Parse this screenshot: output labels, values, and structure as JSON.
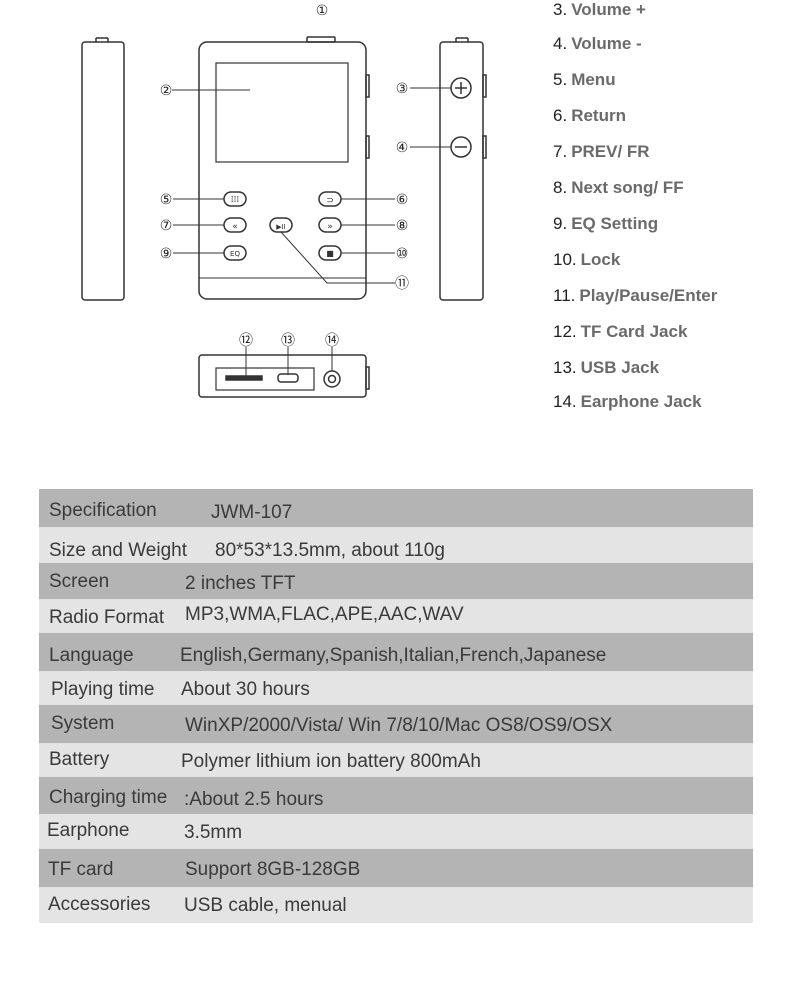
{
  "features": [
    {
      "num": "3.",
      "label": "Volume +"
    },
    {
      "num": "4.",
      "label": "Volume -"
    },
    {
      "num": "5.",
      "label": "Menu"
    },
    {
      "num": "6.",
      "label": "Return"
    },
    {
      "num": "7.",
      "label": "PREV/ FR"
    },
    {
      "num": "8.",
      "label": "Next song/ FF"
    },
    {
      "num": "9.",
      "label": "EQ Setting"
    },
    {
      "num": "10.",
      "label": "Lock"
    },
    {
      "num": "11.",
      "label": "Play/Pause/Enter"
    },
    {
      "num": "12.",
      "label": "TF Card Jack"
    },
    {
      "num": "13.",
      "label": "USB Jack"
    },
    {
      "num": "14.",
      "label": "Earphone Jack"
    }
  ],
  "callouts": [
    "①",
    "②",
    "③",
    "④",
    "⑤",
    "⑥",
    "⑦",
    "⑧",
    "⑨",
    "⑩",
    "⑪",
    "⑫",
    "⑬",
    "⑭"
  ],
  "buttons": {
    "eq": "EQ"
  },
  "spec": [
    {
      "key": "Specification",
      "value": "JWM-107"
    },
    {
      "key": "Size and Weight",
      "value": "80*53*13.5mm, about 110g"
    },
    {
      "key": "Screen",
      "value": "2 inches TFT"
    },
    {
      "key": "Radio Format",
      "value": "MP3,WMA,FLAC,APE,AAC,WAV"
    },
    {
      "key": "Language",
      "value": "English,Germany,Spanish,Italian,French,Japanese"
    },
    {
      "key": "Playing time",
      "value": "About 30 hours"
    },
    {
      "key": "System",
      "value": "WinXP/2000/Vista/ Win 7/8/10/Mac OS8/OS9/OSX"
    },
    {
      "key": "Battery",
      "value": "Polymer lithium ion battery  800mAh"
    },
    {
      "key": "Charging time",
      "value": ":About 2.5 hours"
    },
    {
      "key": "Earphone",
      "value": "3.5mm"
    },
    {
      "key": "TF card",
      "value": "Support 8GB-128GB"
    },
    {
      "key": "Accessories",
      "value": "USB cable, menual"
    }
  ]
}
